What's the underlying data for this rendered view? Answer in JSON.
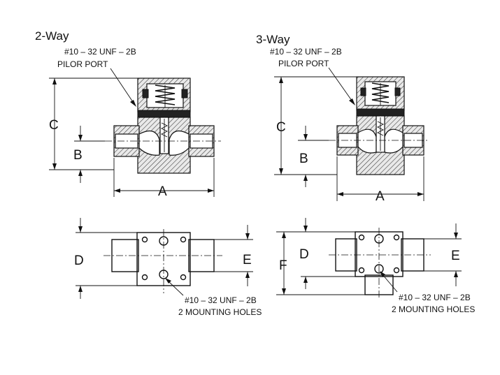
{
  "two_way": {
    "title": "2-Way",
    "pilot_thread": "#10 – 32 UNF – 2B",
    "pilot_label": "PILOR PORT",
    "dims": {
      "a": "A",
      "b": "B",
      "c": "C",
      "d": "D",
      "e": "E"
    },
    "mount_thread": "#10 – 32 UNF – 2B",
    "mount_label": "2 MOUNTING HOLES"
  },
  "three_way": {
    "title": "3-Way",
    "pilot_thread": "#10 – 32 UNF – 2B",
    "pilot_label": "PILOR PORT",
    "dims": {
      "a": "A",
      "b": "B",
      "c": "C",
      "d": "D",
      "e": "E",
      "f": "F"
    },
    "mount_thread": "#10 – 32 UNF – 2B",
    "mount_label": "2 MOUNTING HOLES"
  }
}
